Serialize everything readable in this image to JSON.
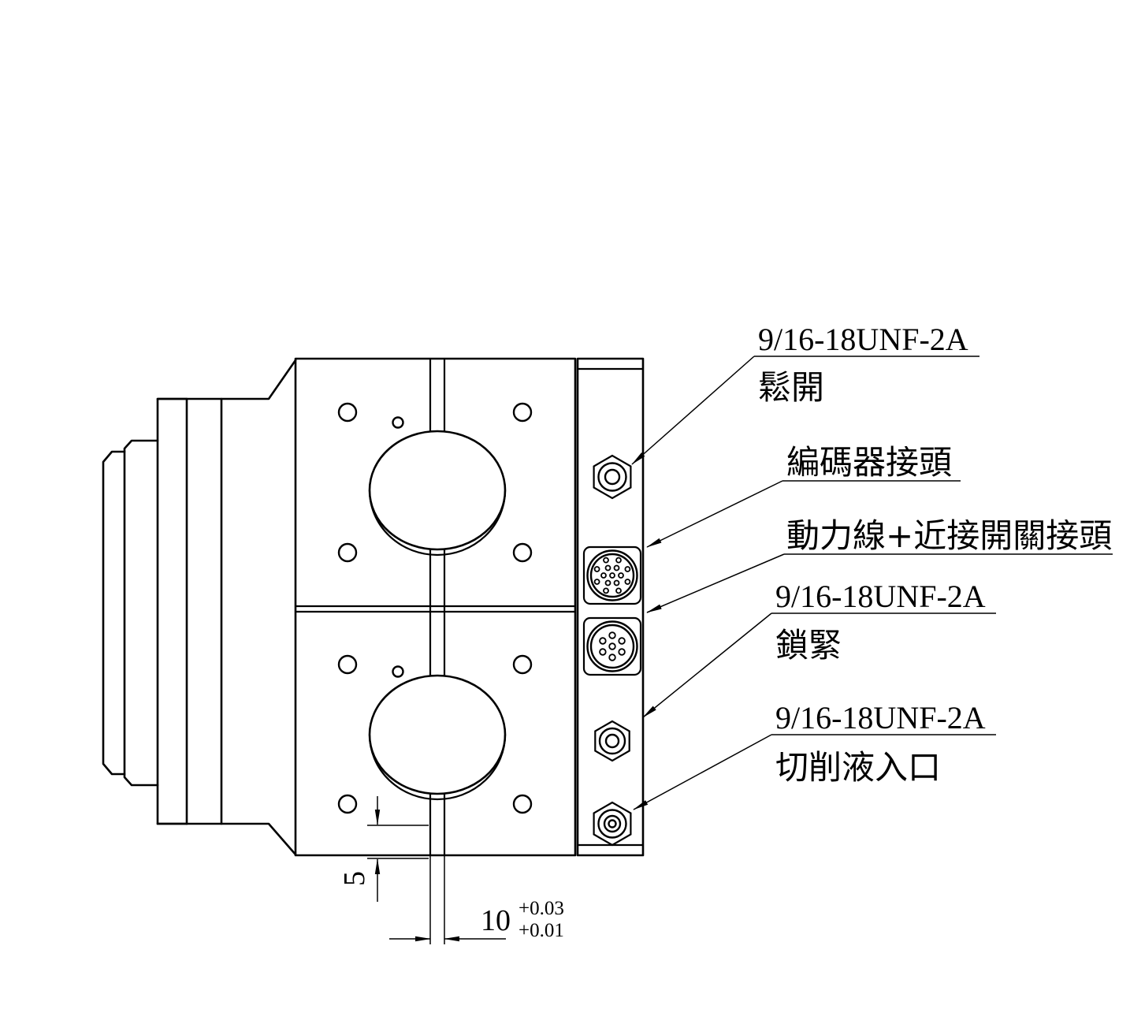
{
  "callouts": [
    {
      "spec": "9/16-18UNF-2A",
      "name": "鬆開"
    },
    {
      "name": "編碼器接頭"
    },
    {
      "name": "動力線+近接開關接頭"
    },
    {
      "spec": "9/16-18UNF-2A",
      "name": "鎖緊"
    },
    {
      "spec": "9/16-18UNF-2A",
      "name": "切削液入口"
    }
  ],
  "dimensions": {
    "slot_offset": "5",
    "slot_width": "10",
    "slot_width_tol_upper": "+0.03",
    "slot_width_tol_lower": "+0.01"
  },
  "colors": {
    "line": "#000000",
    "background": "#ffffff"
  }
}
